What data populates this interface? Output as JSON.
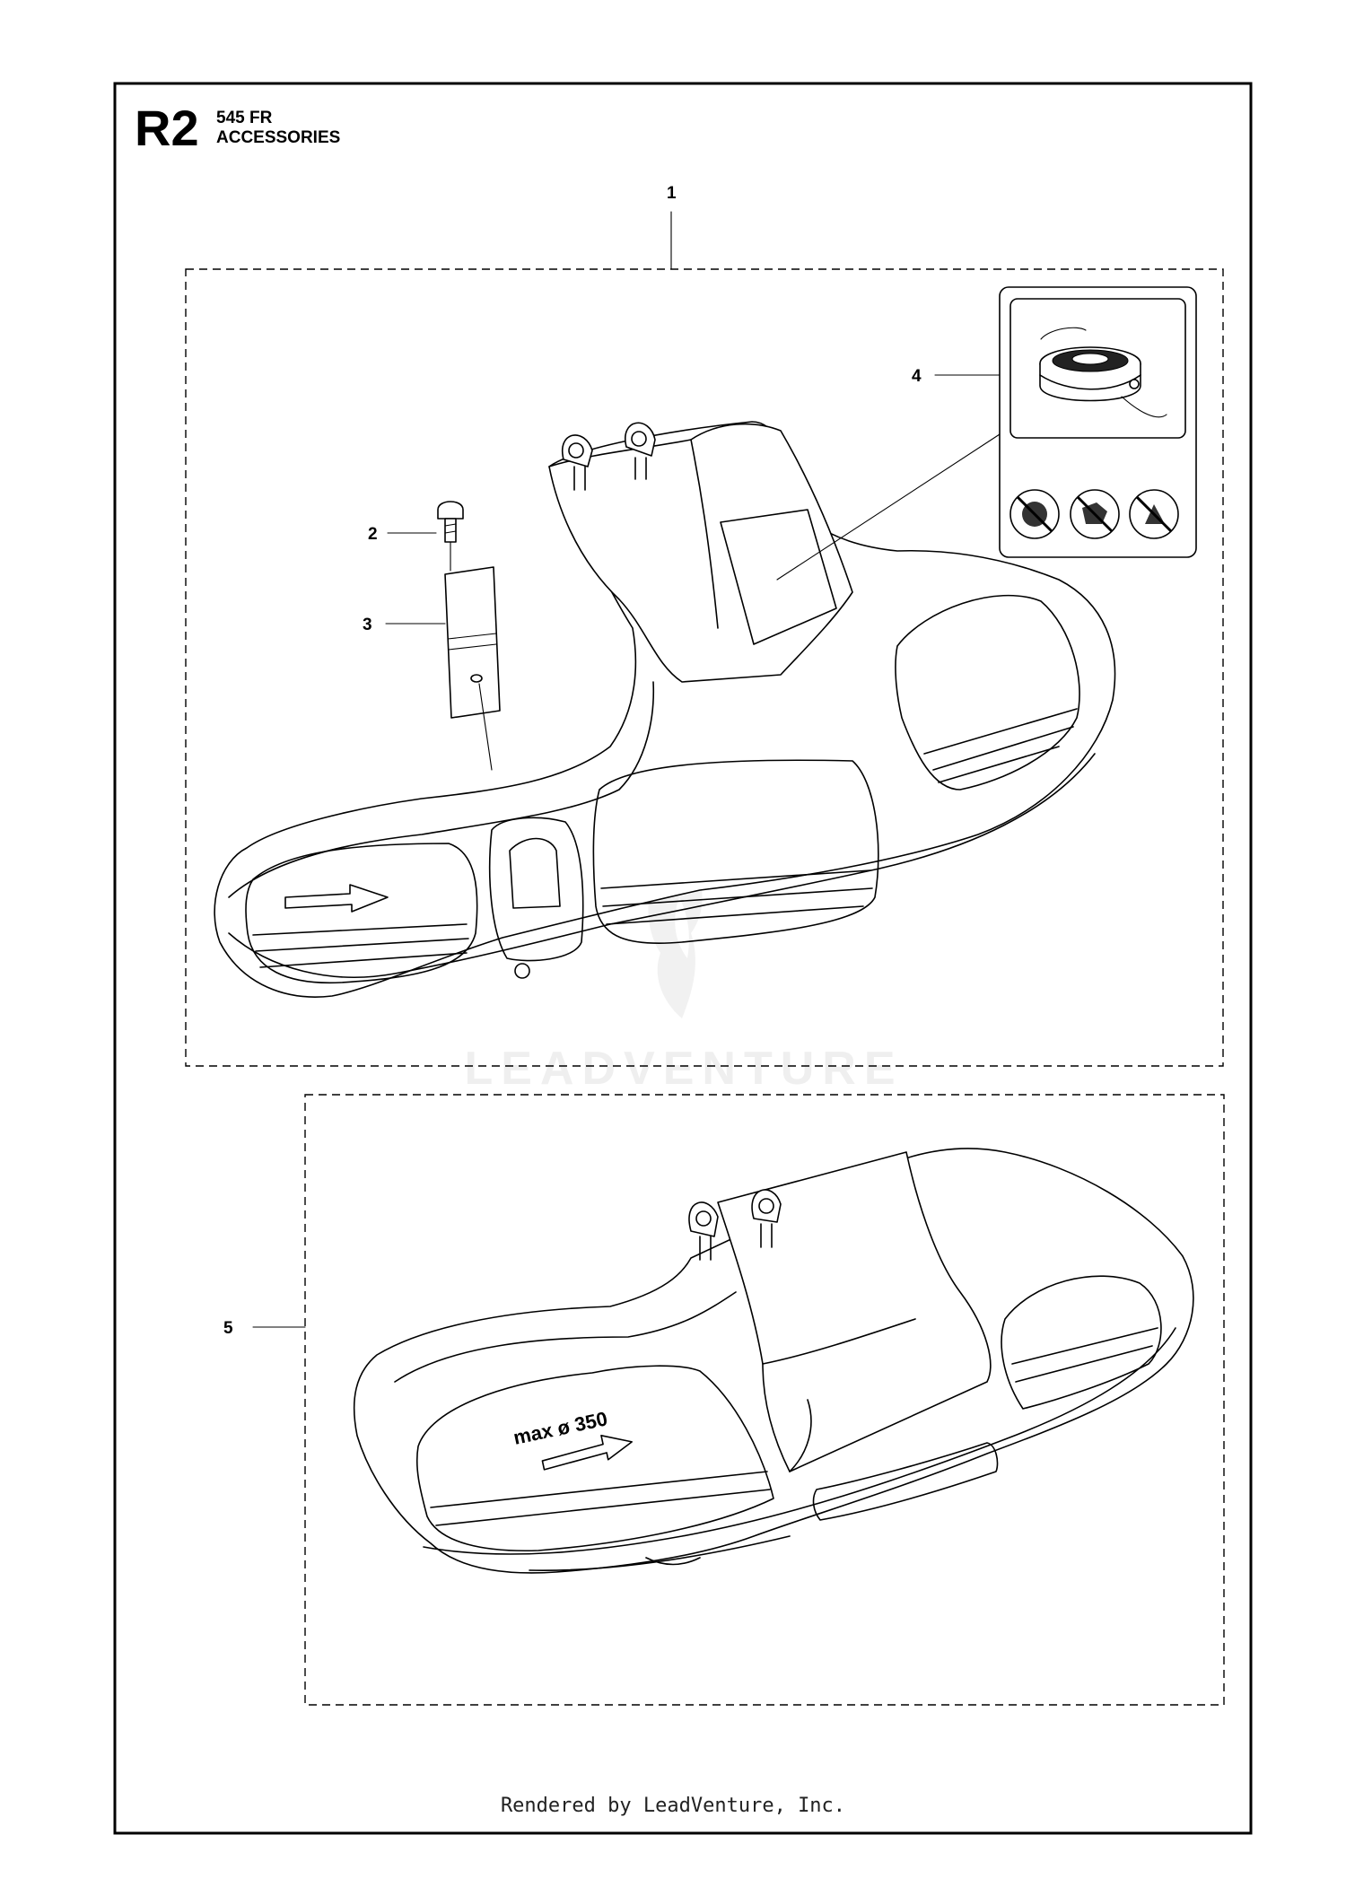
{
  "header": {
    "section_code": "R2",
    "model": "545 FR",
    "title": "ACCESSORIES"
  },
  "callouts": [
    {
      "number": "1",
      "part": "accessory-kit"
    },
    {
      "number": "2",
      "part": "screw"
    },
    {
      "number": "3",
      "part": "label"
    },
    {
      "number": "4",
      "part": "trimmer-head-decal"
    },
    {
      "number": "5",
      "part": "blade-guard"
    }
  ],
  "guard_marking": "max ø 350",
  "watermark": "LEADVENTURE",
  "footer": "Rendered by LeadVenture, Inc.",
  "colors": {
    "line": "#000000",
    "background": "#ffffff",
    "watermark": "#e6e6e6"
  }
}
